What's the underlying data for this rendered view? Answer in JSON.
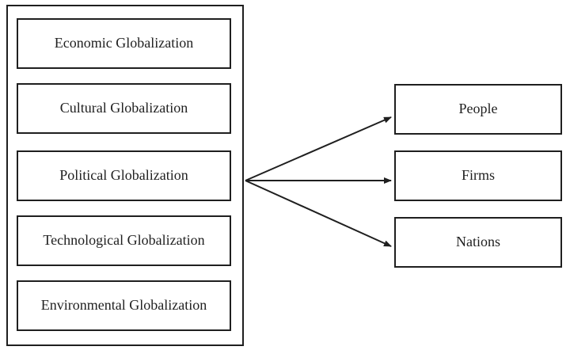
{
  "left_group": {
    "items": [
      {
        "label": "Economic Globalization"
      },
      {
        "label": "Cultural Globalization"
      },
      {
        "label": "Political Globalization"
      },
      {
        "label": "Technological Globalization"
      },
      {
        "label": "Environmental Globalization"
      }
    ]
  },
  "right_group": {
    "items": [
      {
        "label": "People"
      },
      {
        "label": "Firms"
      },
      {
        "label": "Nations"
      }
    ]
  },
  "colors": {
    "line": "#1f1f1f",
    "text": "#1f1f1f",
    "background": "#ffffff"
  }
}
